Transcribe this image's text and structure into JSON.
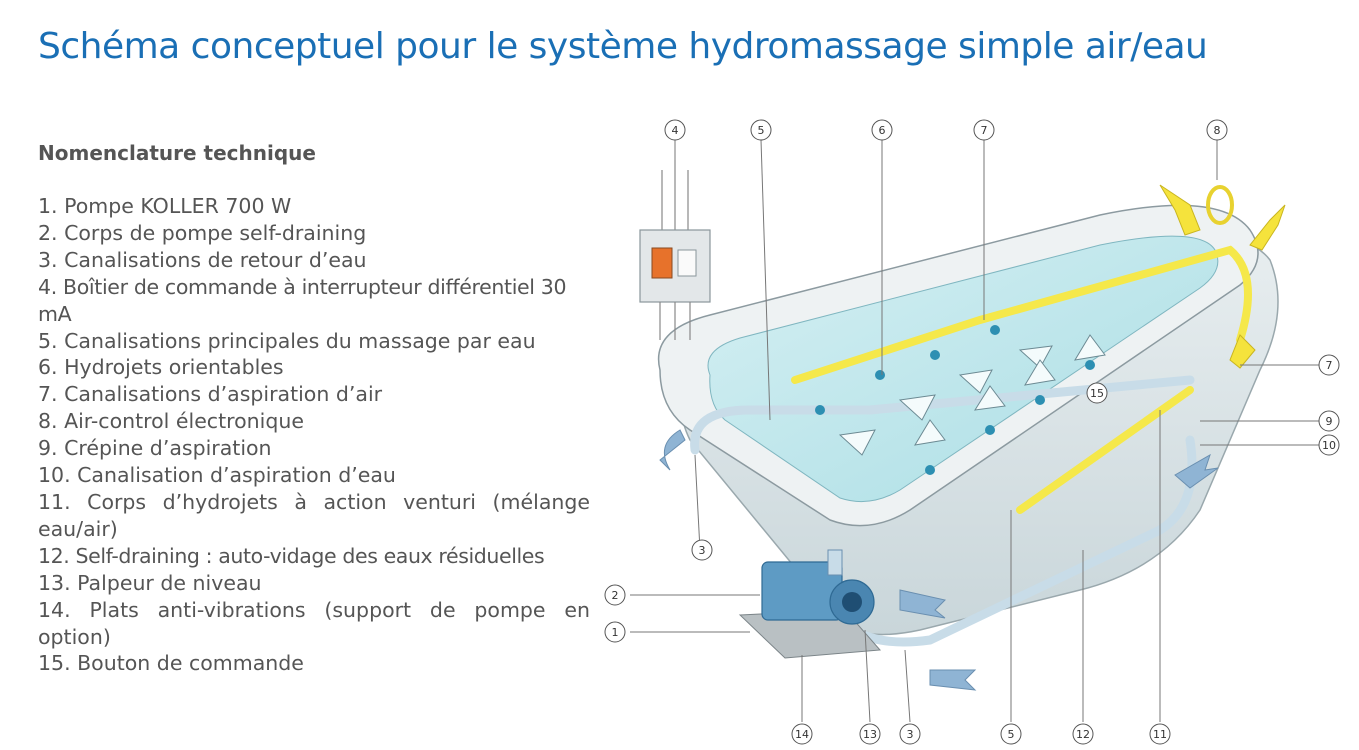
{
  "title": "Schéma conceptuel pour le système hydromassage simple air/eau",
  "subtitle": "Nomenclature technique",
  "items": [
    "1. Pompe KOLLER 700 W",
    "2. Corps de pompe self-draining",
    "3. Canalisations de retour d’eau",
    "4. Boîtier de commande à interrupteur différentiel 30 mA",
    "5. Canalisations principales du massage par eau",
    "6. Hydrojets orientables",
    "7. Canalisations d’aspiration d’air",
    "8. Air-control électronique",
    "9. Crépine d’aspiration",
    "10. Canalisation d’aspiration d’eau",
    "11. Corps d’hydrojets à action venturi (mélange eau/air)",
    "12. Self-draining : auto-vidage des eaux résiduelles",
    "13. Palpeur de niveau",
    "14. Plats anti-vibrations (support de pompe en option)",
    "15. Bouton de commande"
  ],
  "callouts": {
    "c4": "4",
    "c5t": "5",
    "c6": "6",
    "c7t": "7",
    "c8": "8",
    "c7r": "7",
    "c9": "9",
    "c10": "10",
    "c15": "15",
    "c2": "2",
    "c1": "1",
    "c3l": "3",
    "c14": "14",
    "c13": "13",
    "c3b": "3",
    "c5b": "5",
    "c12": "12",
    "c11": "11"
  },
  "colors": {
    "title": "#1a6fb5",
    "text": "#555555",
    "water": "#bfe6ec",
    "pipe_air": "#f5e84a",
    "arrow_yellow": "#f5e33c",
    "arrow_blue": "#8fb4d4",
    "jet": "#2d8fb2"
  }
}
